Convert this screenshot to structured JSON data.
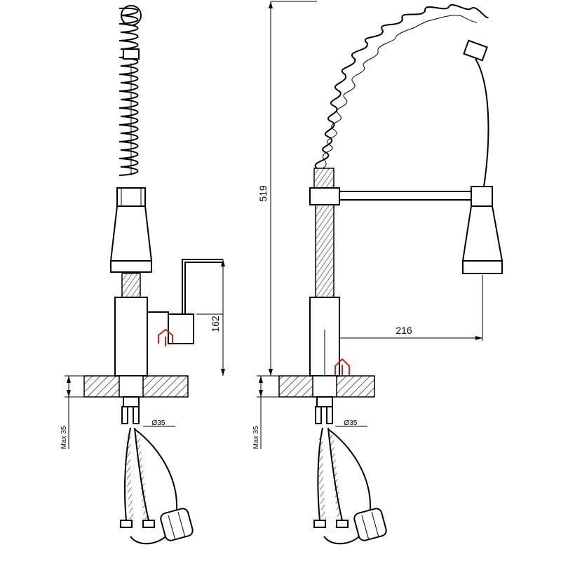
{
  "dimensions": {
    "overall_height": "519",
    "handle_height": "162",
    "reach": "216",
    "hole_diameter_left": "Ø35",
    "hole_diameter_right": "Ø35",
    "max_thickness_left": "Max 35",
    "max_thickness_right": "Max 35"
  },
  "colors": {
    "line": "#000000",
    "indicator": "#d21f1f",
    "background": "#ffffff"
  }
}
